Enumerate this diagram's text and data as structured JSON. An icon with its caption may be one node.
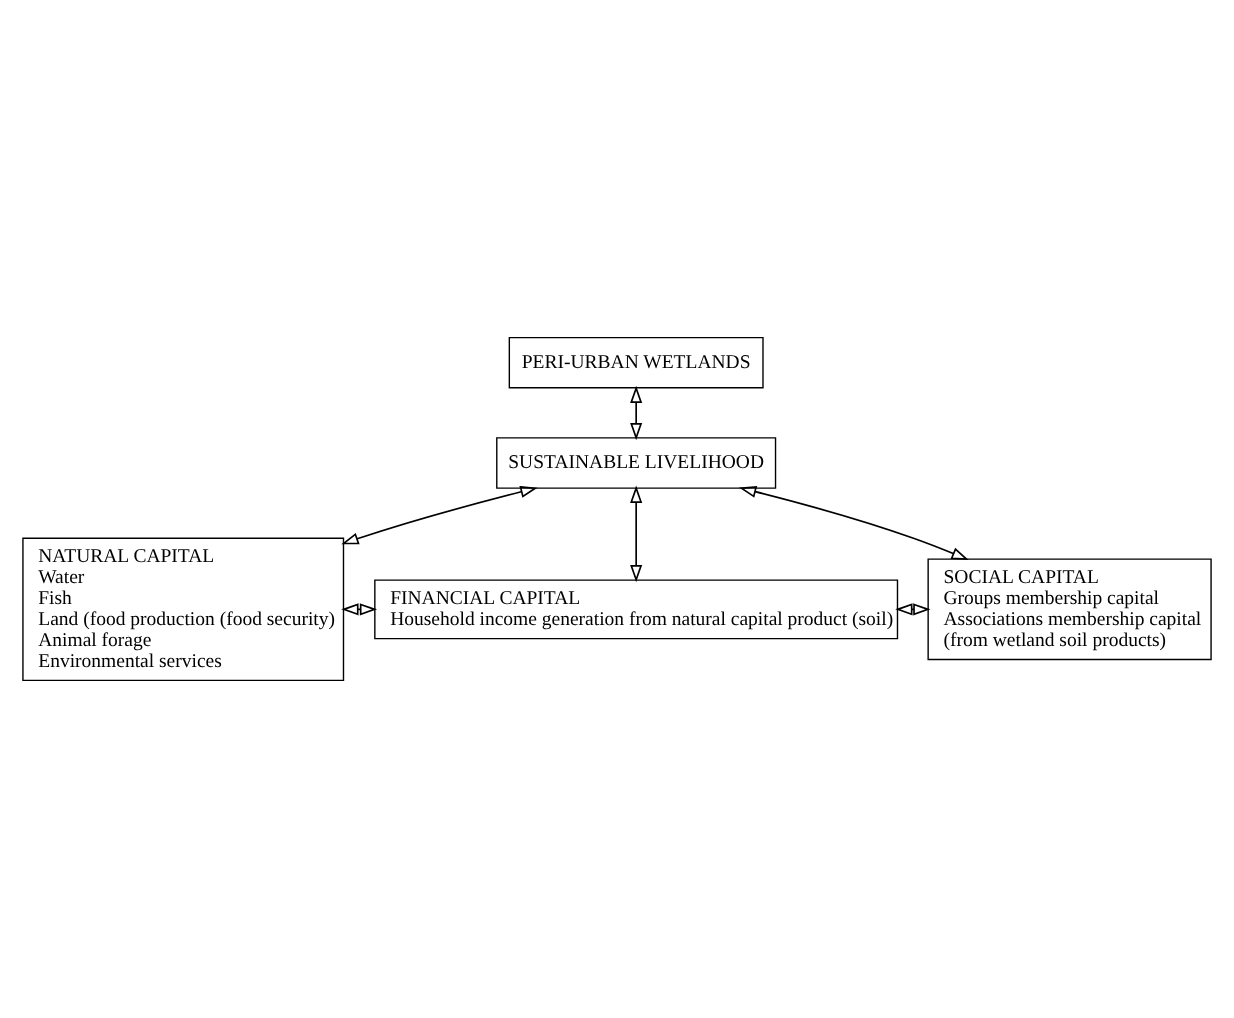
{
  "diagram": {
    "nodes": [
      {
        "text": [
          "PERI-URBAN WETLANDS"
        ]
      },
      {
        "text": [
          "SUSTAINABLE LIVELIHOOD"
        ]
      },
      {
        "text": [
          "NATURAL CAPITAL",
          "Water",
          "Fish",
          "Land (food production (food security)",
          "Animal forage",
          "Environmental services"
        ]
      },
      {
        "text": [
          "FINANCIAL CAPITAL",
          "Household income generation from natural capital product (soil)"
        ]
      },
      {
        "text": [
          "SOCIAL CAPITAL",
          "Groups membership capital",
          "Associations membership capital",
          "(from wetland soil products)"
        ]
      }
    ],
    "edges": [
      {
        "from": 0,
        "to": 1,
        "arrow": "both"
      },
      {
        "from": 1,
        "to": 2,
        "arrow": "both"
      },
      {
        "from": 1,
        "to": 3,
        "arrow": "both"
      },
      {
        "from": 1,
        "to": 4,
        "arrow": "both"
      },
      {
        "from": 2,
        "to": 3,
        "arrow": "both"
      },
      {
        "from": 3,
        "to": 4,
        "arrow": "both"
      }
    ]
  }
}
